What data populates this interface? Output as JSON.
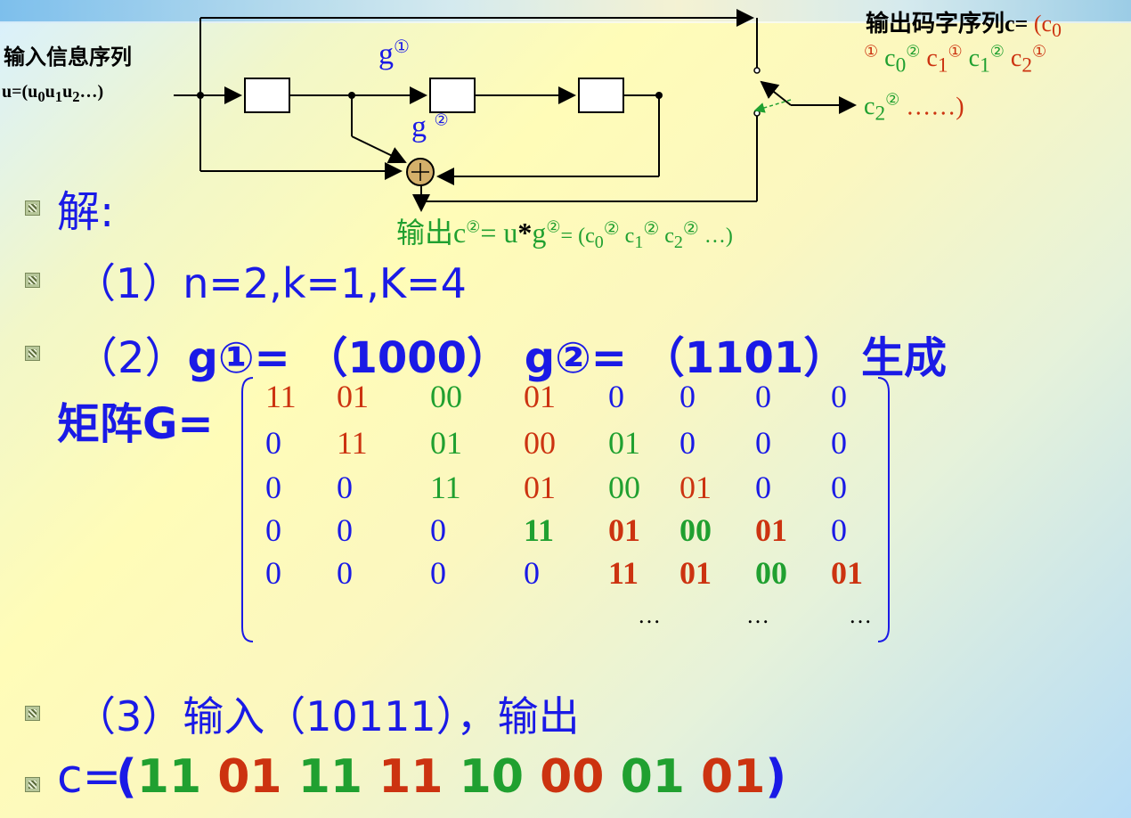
{
  "diagram": {
    "input_label": "输入信息序列",
    "input_seq": "u=(u0u1u2…)",
    "g1_label": "g①",
    "g2_label": "g②",
    "output_label_prefix": "输出码字序列",
    "output_c2": "输出c② = u*g② = (c0② c1② c2② …)"
  },
  "lines": {
    "sol": "解:",
    "p1": "（1）n=2,k=1,K=4",
    "p2_prefix": "（2）",
    "p2_g": "g①= （1000） g②= （1101） 生成",
    "p2_g_line2": "矩阵G=",
    "p3": "（3）输入（10111），输出",
    "p4_prefix": "c="
  },
  "matrix": {
    "rows": [
      [
        "11",
        "01",
        "00",
        "01",
        "0",
        "0",
        "0",
        "0"
      ],
      [
        "0",
        "11",
        "01",
        "00",
        "01",
        "0",
        "0",
        "0"
      ],
      [
        "0",
        "0",
        "11",
        "01",
        "00",
        "01",
        "0",
        "0"
      ],
      [
        "0",
        "0",
        "0",
        "11",
        "01",
        "00",
        "01",
        "0"
      ],
      [
        "0",
        "0",
        "0",
        "0",
        "11",
        "01",
        "00",
        "01"
      ]
    ],
    "dots": [
      "…",
      "…",
      "…"
    ]
  },
  "codeword": [
    "11",
    "01",
    "11",
    "11",
    "10",
    "00",
    "01",
    "01"
  ],
  "colors": {
    "blue": "#1a1ae6",
    "red": "#cc3310",
    "green": "#20a030"
  }
}
